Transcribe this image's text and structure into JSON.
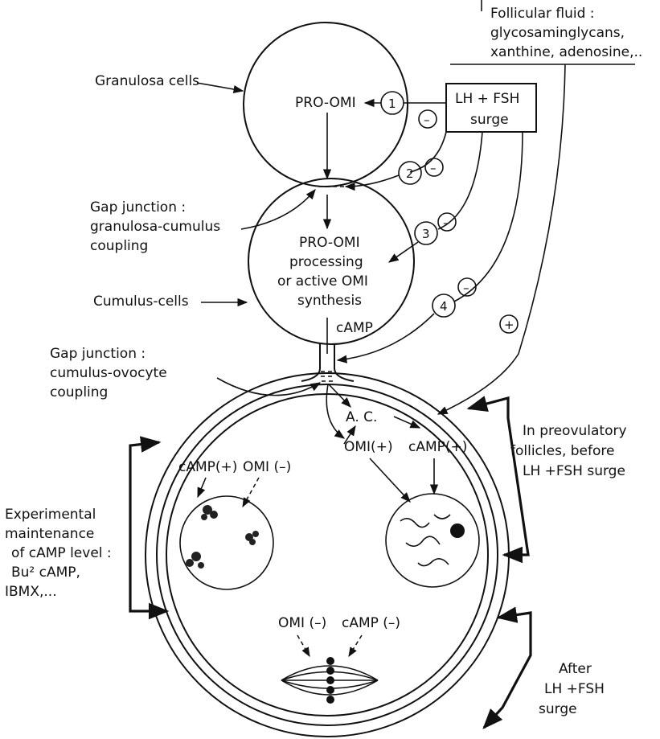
{
  "labels": {
    "follicular_fluid": [
      "Follicular fluid  :",
      "glycosaminglycans,",
      "xanthine, adenosine,.."
    ],
    "granulosa_cells": "Granulosa cells",
    "pro_omi": "PRO-OMI",
    "lh_fsh_box": [
      "LH + FSH",
      "surge"
    ],
    "gap_junction_gc": [
      "Gap junction  :",
      "granulosa-cumulus",
      "coupling"
    ],
    "cumulus_text": [
      "PRO-OMI",
      "processing",
      "or active OMI",
      "synthesis"
    ],
    "cumulus_cells": "Cumulus-cells",
    "camp_top": "cAMP",
    "gap_junction_co": [
      "Gap junction  :",
      "cumulus-ovocyte",
      "coupling"
    ],
    "ac": "A. C.",
    "preovulatory": [
      "In preovulatory",
      "follicles, before",
      "LH +FSH surge"
    ],
    "camp_plus_left": "cAMP(+)",
    "omi_minus_left": "OMI (–)",
    "omi_plus_right": "OMI(+)",
    "camp_plus_right": "cAMP(+)",
    "experimental": [
      "Experimental",
      "maintenance",
      "of cAMP level  :",
      "Bu² cAMP,",
      "IBMX,..."
    ],
    "omi_minus_bottom": "OMI (–)",
    "camp_minus_bottom": "cAMP (–)",
    "after": [
      "After",
      "LH +FSH",
      "surge"
    ]
  },
  "markers": {
    "steps": [
      "1",
      "2",
      "3",
      "4"
    ],
    "minus": "–",
    "plus": "+"
  }
}
